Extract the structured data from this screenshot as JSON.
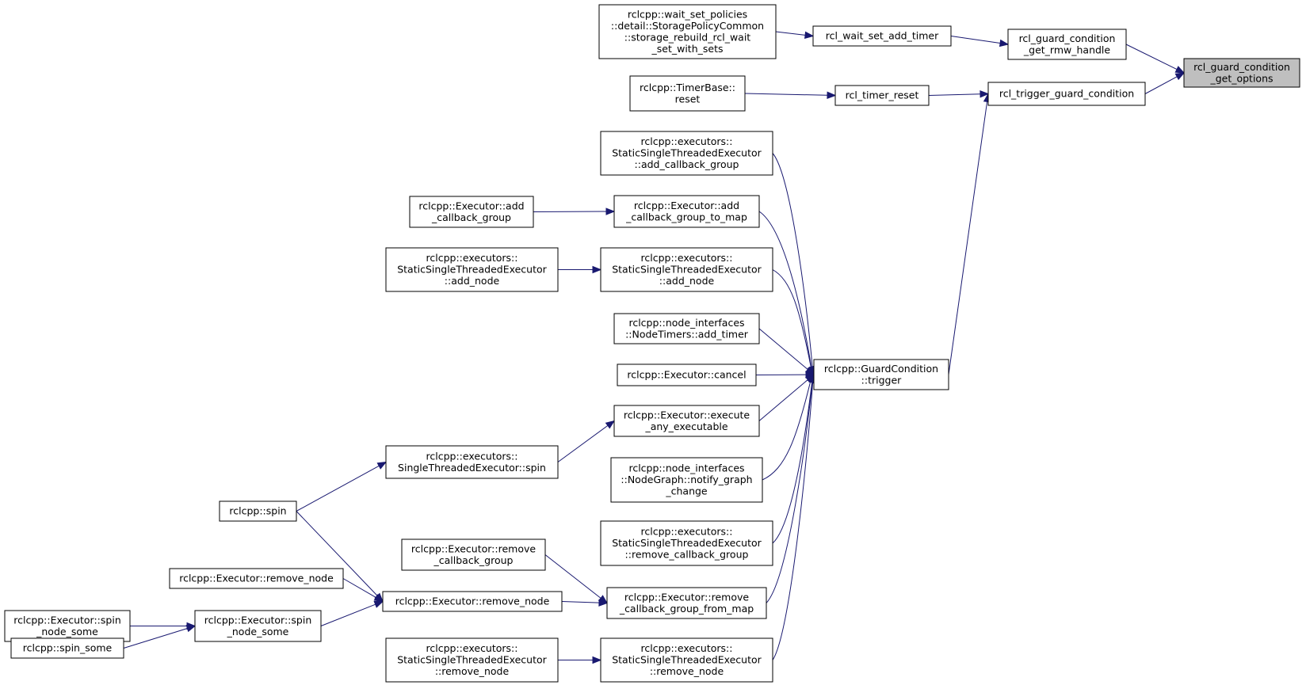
{
  "diagram": {
    "nodes": [
      {
        "id": "get_options",
        "lines": [
          "rcl_guard_condition",
          "_get_options"
        ],
        "focus": true
      },
      {
        "id": "get_rmw_handle",
        "lines": [
          "rcl_guard_condition",
          "_get_rmw_handle"
        ]
      },
      {
        "id": "trigger_gc",
        "lines": [
          "rcl_trigger_guard_condition"
        ]
      },
      {
        "id": "wait_set_add_timer",
        "lines": [
          "rcl_wait_set_add_timer"
        ]
      },
      {
        "id": "storage_rebuild",
        "lines": [
          "rclcpp::wait_set_policies",
          "::detail::StoragePolicyCommon",
          "::storage_rebuild_rcl_wait",
          "_set_with_sets"
        ]
      },
      {
        "id": "timer_reset",
        "lines": [
          "rcl_timer_reset"
        ]
      },
      {
        "id": "timerbase_reset",
        "lines": [
          "rclcpp::TimerBase::",
          "reset"
        ]
      },
      {
        "id": "gc_trigger",
        "lines": [
          "rclcpp::GuardCondition",
          "::trigger"
        ]
      },
      {
        "id": "sste_add_cb_group",
        "lines": [
          "rclcpp::executors::",
          "StaticSingleThreadedExecutor",
          "::add_callback_group"
        ]
      },
      {
        "id": "exec_add_cb_group_to_map",
        "lines": [
          "rclcpp::Executor::add",
          "_callback_group_to_map"
        ]
      },
      {
        "id": "exec_add_cb_group",
        "lines": [
          "rclcpp::Executor::add",
          "_callback_group"
        ]
      },
      {
        "id": "sste_add_node_l",
        "lines": [
          "rclcpp::executors::",
          "StaticSingleThreadedExecutor",
          "::add_node"
        ]
      },
      {
        "id": "sste_add_node_r",
        "lines": [
          "rclcpp::executors::",
          "StaticSingleThreadedExecutor",
          "::add_node"
        ]
      },
      {
        "id": "nodetimers_add_timer",
        "lines": [
          "rclcpp::node_interfaces",
          "::NodeTimers::add_timer"
        ]
      },
      {
        "id": "exec_cancel",
        "lines": [
          "rclcpp::Executor::cancel"
        ]
      },
      {
        "id": "exec_execute_any",
        "lines": [
          "rclcpp::Executor::execute",
          "_any_executable"
        ]
      },
      {
        "id": "ste_spin",
        "lines": [
          "rclcpp::executors::",
          "SingleThreadedExecutor::spin"
        ]
      },
      {
        "id": "rclcpp_spin",
        "lines": [
          "rclcpp::spin"
        ]
      },
      {
        "id": "nodegraph_notify",
        "lines": [
          "rclcpp::node_interfaces",
          "::NodeGraph::notify_graph",
          "_change"
        ]
      },
      {
        "id": "sste_remove_cb_group",
        "lines": [
          "rclcpp::executors::",
          "StaticSingleThreadedExecutor",
          "::remove_callback_group"
        ]
      },
      {
        "id": "exec_remove_cb_group",
        "lines": [
          "rclcpp::Executor::remove",
          "_callback_group"
        ]
      },
      {
        "id": "exec_remove_cb_group_from_map",
        "lines": [
          "rclcpp::Executor::remove",
          "_callback_group_from_map"
        ]
      },
      {
        "id": "exec_remove_node_l",
        "lines": [
          "rclcpp::Executor::remove_node"
        ]
      },
      {
        "id": "exec_remove_node_m",
        "lines": [
          "rclcpp::Executor::remove_node"
        ]
      },
      {
        "id": "exec_spin_node_some_l",
        "lines": [
          "rclcpp::Executor::spin",
          "_node_some"
        ]
      },
      {
        "id": "exec_spin_node_some_m",
        "lines": [
          "rclcpp::Executor::spin",
          "_node_some"
        ]
      },
      {
        "id": "rclcpp_spin_some",
        "lines": [
          "rclcpp::spin_some"
        ]
      },
      {
        "id": "sste_remove_node_l",
        "lines": [
          "rclcpp::executors::",
          "StaticSingleThreadedExecutor",
          "::remove_node"
        ]
      },
      {
        "id": "sste_remove_node_r",
        "lines": [
          "rclcpp::executors::",
          "StaticSingleThreadedExecutor",
          "::remove_node"
        ]
      }
    ],
    "edges": [
      {
        "from": "get_rmw_handle",
        "to": "get_options"
      },
      {
        "from": "trigger_gc",
        "to": "get_options"
      },
      {
        "from": "wait_set_add_timer",
        "to": "get_rmw_handle"
      },
      {
        "from": "storage_rebuild",
        "to": "wait_set_add_timer"
      },
      {
        "from": "timer_reset",
        "to": "trigger_gc"
      },
      {
        "from": "timerbase_reset",
        "to": "timer_reset"
      },
      {
        "from": "gc_trigger",
        "to": "trigger_gc"
      },
      {
        "from": "sste_add_cb_group",
        "to": "gc_trigger"
      },
      {
        "from": "exec_add_cb_group_to_map",
        "to": "gc_trigger"
      },
      {
        "from": "exec_add_cb_group",
        "to": "exec_add_cb_group_to_map"
      },
      {
        "from": "sste_add_node_r",
        "to": "gc_trigger"
      },
      {
        "from": "sste_add_node_l",
        "to": "sste_add_node_r"
      },
      {
        "from": "nodetimers_add_timer",
        "to": "gc_trigger"
      },
      {
        "from": "exec_cancel",
        "to": "gc_trigger"
      },
      {
        "from": "exec_execute_any",
        "to": "gc_trigger"
      },
      {
        "from": "ste_spin",
        "to": "exec_execute_any"
      },
      {
        "from": "rclcpp_spin",
        "to": "ste_spin"
      },
      {
        "from": "nodegraph_notify",
        "to": "gc_trigger"
      },
      {
        "from": "sste_remove_cb_group",
        "to": "gc_trigger"
      },
      {
        "from": "exec_remove_cb_group_from_map",
        "to": "gc_trigger"
      },
      {
        "from": "exec_remove_cb_group",
        "to": "exec_remove_cb_group_from_map"
      },
      {
        "from": "exec_remove_node_m",
        "to": "exec_remove_cb_group_from_map"
      },
      {
        "from": "rclcpp_spin",
        "to": "exec_remove_node_m"
      },
      {
        "from": "exec_remove_node_l",
        "to": "exec_remove_node_m"
      },
      {
        "from": "exec_spin_node_some_m",
        "to": "exec_remove_node_m"
      },
      {
        "from": "exec_spin_node_some_l",
        "to": "exec_spin_node_some_m"
      },
      {
        "from": "rclcpp_spin_some",
        "to": "exec_spin_node_some_m"
      },
      {
        "from": "sste_remove_node_r",
        "to": "gc_trigger"
      },
      {
        "from": "sste_remove_node_l",
        "to": "sste_remove_node_r"
      }
    ]
  }
}
